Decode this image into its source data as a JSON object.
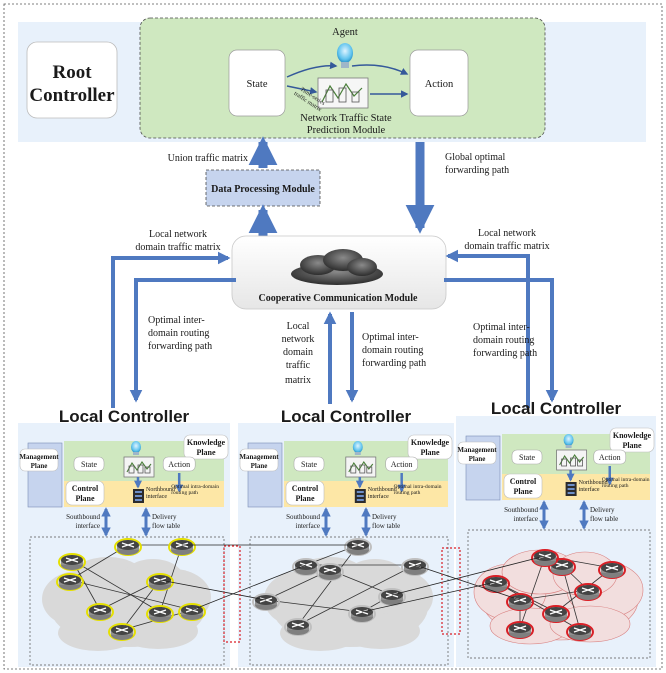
{
  "root": {
    "title_line1": "Root",
    "title_line2": "Controller",
    "agent": "Agent",
    "state": "State",
    "action": "Action",
    "inner_label1": "Time-series",
    "inner_label2": "traffic matrix",
    "prediction_line1": "Network Traffic State",
    "prediction_line2": "Prediction Module"
  },
  "flows": {
    "union": "Union traffic matrix",
    "global_line1": "Global optimal",
    "global_line2": "forwarding path",
    "data_processing": "Data Processing Module",
    "local_matrix_line1": "Local network",
    "local_matrix_line2": "domain traffic matrix",
    "coop": "Cooperative Communication Module",
    "opt_inter_line1": "Optimal inter-",
    "opt_inter_line2": "domain routing",
    "opt_inter_line3": "forwarding path",
    "mid_local_line1": "Local",
    "mid_local_line2": "network",
    "mid_local_line3": "domain",
    "mid_local_line4": "traffic",
    "mid_local_line5": "matrix"
  },
  "local": {
    "title": "Local Controller",
    "management_line1": "Management",
    "management_line2": "Plane",
    "knowledge_line1": "Knowledge",
    "knowledge_line2": "Plane",
    "state": "State",
    "action": "Action",
    "control_line1": "Control",
    "control_line2": "Plane",
    "northbound_line1": "Northbound",
    "northbound_line2": "interface",
    "optimal_intra_line1": "Optimal intra-domain",
    "optimal_intra_line2": "routing path",
    "southbound_line1": "Southbound",
    "southbound_line2": "interface",
    "delivery_line1": "Delivery",
    "delivery_line2": "flow table"
  },
  "colors": {
    "root_bg": "#e8f1fb",
    "green": "#cfe8c0",
    "yellow": "#fde7a6",
    "mgmt": "#c6d4ee",
    "arrow": "#4f79c0",
    "arrow_dark": "#35599a",
    "domain_left": "#e5e000",
    "domain_mid": "#bfbfbf",
    "domain_right": "#d91f26"
  }
}
